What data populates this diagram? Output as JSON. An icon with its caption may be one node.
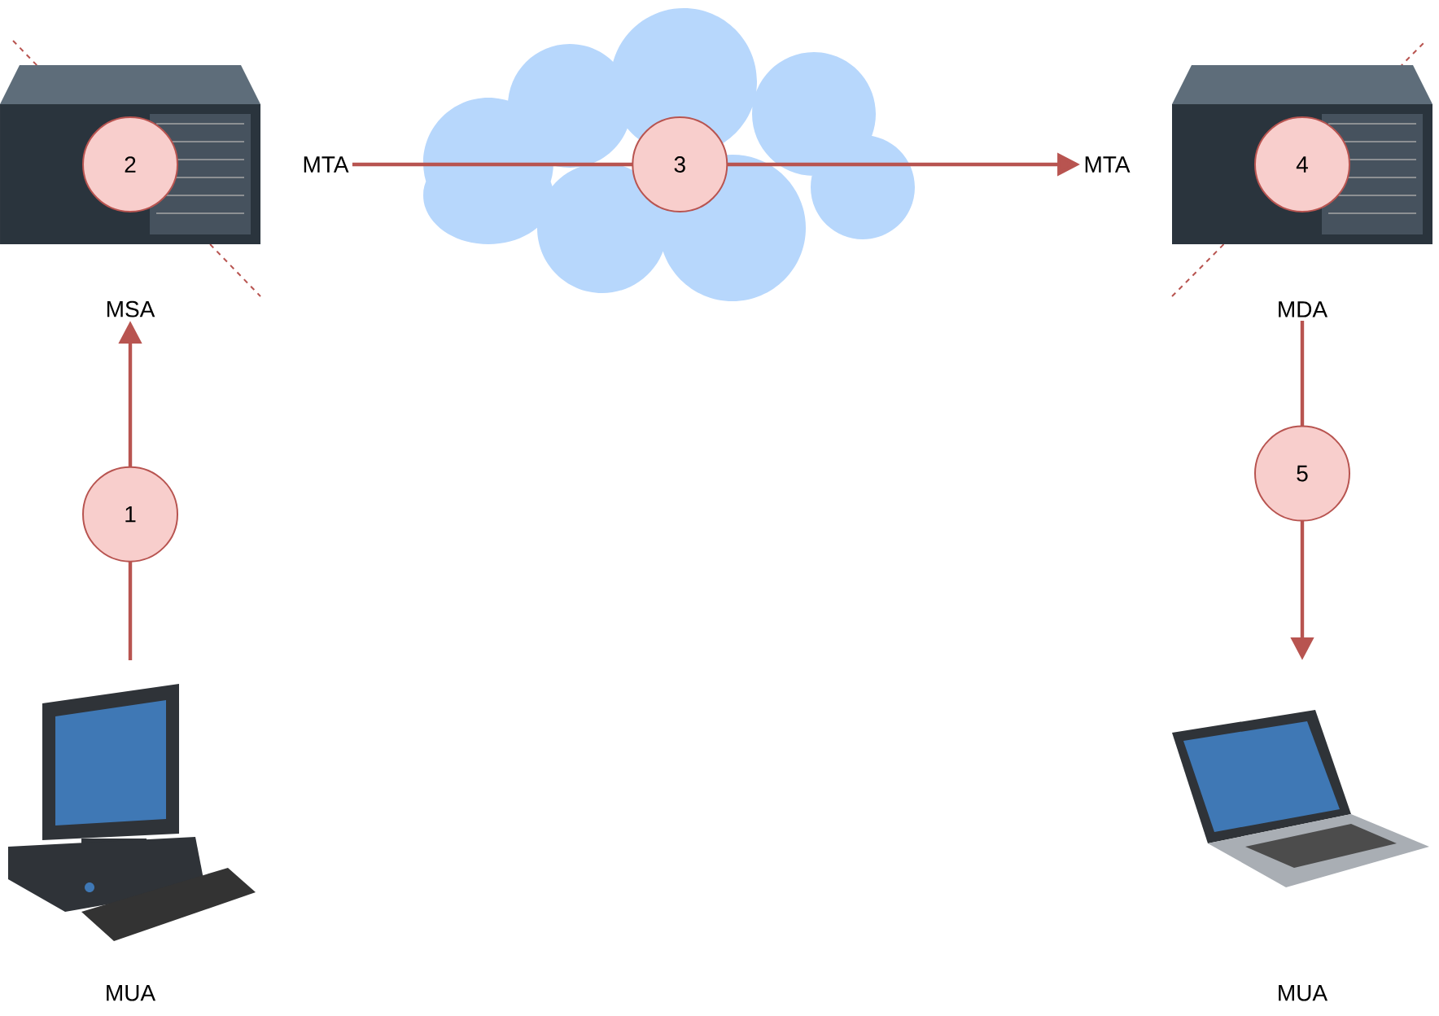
{
  "diagram": {
    "nodes": [
      {
        "text": [
          "MSA"
        ]
      },
      {
        "text": [
          "MTA"
        ]
      },
      {
        "text": [
          "MTA"
        ]
      },
      {
        "text": [
          "MDA"
        ]
      },
      {
        "text": [
          "MUA"
        ]
      },
      {
        "text": [
          "MUA"
        ]
      }
    ],
    "edges": [
      {
        "from": 4,
        "to": 0,
        "arrow": "to",
        "label": "1"
      },
      {
        "from": 1,
        "to": 2,
        "arrow": "to",
        "label": "3"
      },
      {
        "from": 3,
        "to": 5,
        "arrow": "to",
        "label": "5"
      }
    ],
    "labels": [
      "2",
      "4"
    ]
  }
}
